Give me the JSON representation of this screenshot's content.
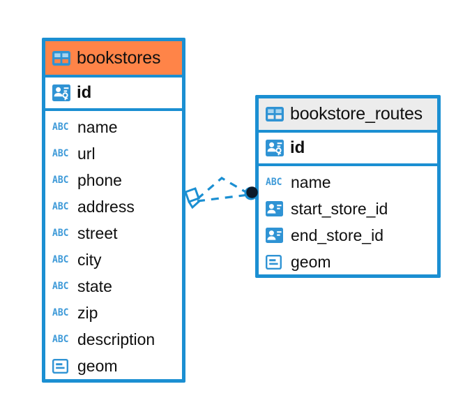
{
  "diagram": {
    "type": "entity-relationship-diagram",
    "background_color": "#ffffff",
    "accent_color": "#1b8fd2",
    "highlight_color": "#ff8448",
    "header_gray": "#ececec",
    "text_color": "#101010",
    "abc_icon_color": "#3e9ad8"
  },
  "entities": [
    {
      "id": "bookstores",
      "name": "bookstores",
      "header_icon": "table-icon",
      "header_highlighted": true,
      "primary_key": {
        "name": "id",
        "icon": "primary-key-icon"
      },
      "fields": [
        {
          "name": "name",
          "icon": "abc-icon",
          "icon_label": "ABC"
        },
        {
          "name": "url",
          "icon": "abc-icon",
          "icon_label": "ABC"
        },
        {
          "name": "phone",
          "icon": "abc-icon",
          "icon_label": "ABC"
        },
        {
          "name": "address",
          "icon": "abc-icon",
          "icon_label": "ABC"
        },
        {
          "name": "street",
          "icon": "abc-icon",
          "icon_label": "ABC"
        },
        {
          "name": "city",
          "icon": "abc-icon",
          "icon_label": "ABC"
        },
        {
          "name": "state",
          "icon": "abc-icon",
          "icon_label": "ABC"
        },
        {
          "name": "zip",
          "icon": "abc-icon",
          "icon_label": "ABC"
        },
        {
          "name": "description",
          "icon": "abc-icon",
          "icon_label": "ABC"
        },
        {
          "name": "geom",
          "icon": "geometry-icon",
          "icon_label": ""
        }
      ]
    },
    {
      "id": "bookstore_routes",
      "name": "bookstore_routes",
      "header_icon": "table-icon",
      "header_highlighted": false,
      "primary_key": {
        "name": "id",
        "icon": "primary-key-icon"
      },
      "fields": [
        {
          "name": "name",
          "icon": "abc-icon",
          "icon_label": "ABC"
        },
        {
          "name": "start_store_id",
          "icon": "foreign-key-icon",
          "icon_label": ""
        },
        {
          "name": "end_store_id",
          "icon": "foreign-key-icon",
          "icon_label": ""
        },
        {
          "name": "geom",
          "icon": "geometry-icon",
          "icon_label": ""
        }
      ]
    }
  ],
  "relationships": [
    {
      "from": "bookstores",
      "to": "bookstore_routes",
      "source_marker": "diamond-link-marker",
      "target_marker": "filled-circle-marker",
      "line_style": "dashed",
      "color": "#1b8fd2",
      "count": 2
    }
  ]
}
